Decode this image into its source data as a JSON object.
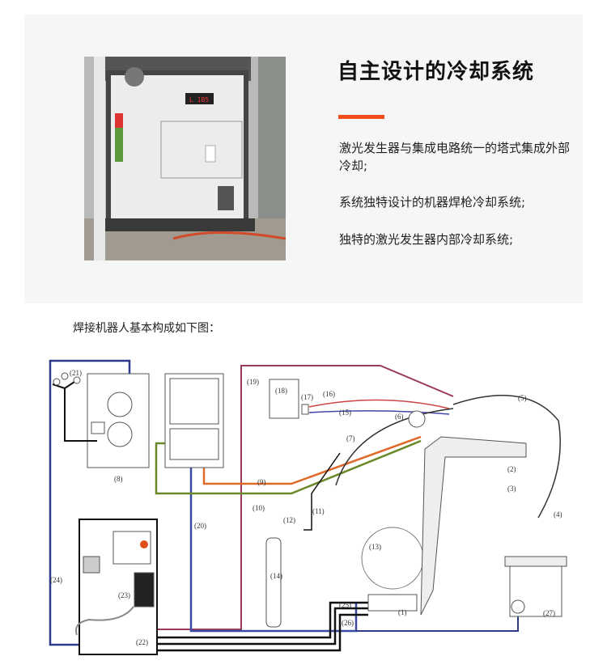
{
  "feature": {
    "title": "自主设计的冷却系统",
    "accent_color": "#f04e1c",
    "points": [
      "激光发生器与集成电路统一的塔式集成外部冷却;",
      "系统独特设计的机器焊枪冷却系统;",
      "独特的激光发生器内部冷却系统;"
    ],
    "photo_display": "L 1B5"
  },
  "diagram": {
    "caption": "焊接机器人基本构成如下图：",
    "labels": [
      "(1)",
      "(2)",
      "(3)",
      "(4)",
      "(5)",
      "(6)",
      "(7)",
      "(8)",
      "(9)",
      "(10)",
      "(11)",
      "(12)",
      "(13)",
      "(14)",
      "(15)",
      "(16)",
      "(17)",
      "(18)",
      "(19)",
      "(20)",
      "(21)",
      "(22)",
      "(23)",
      "(24)",
      "(25)",
      "(26)",
      "(27)"
    ]
  }
}
